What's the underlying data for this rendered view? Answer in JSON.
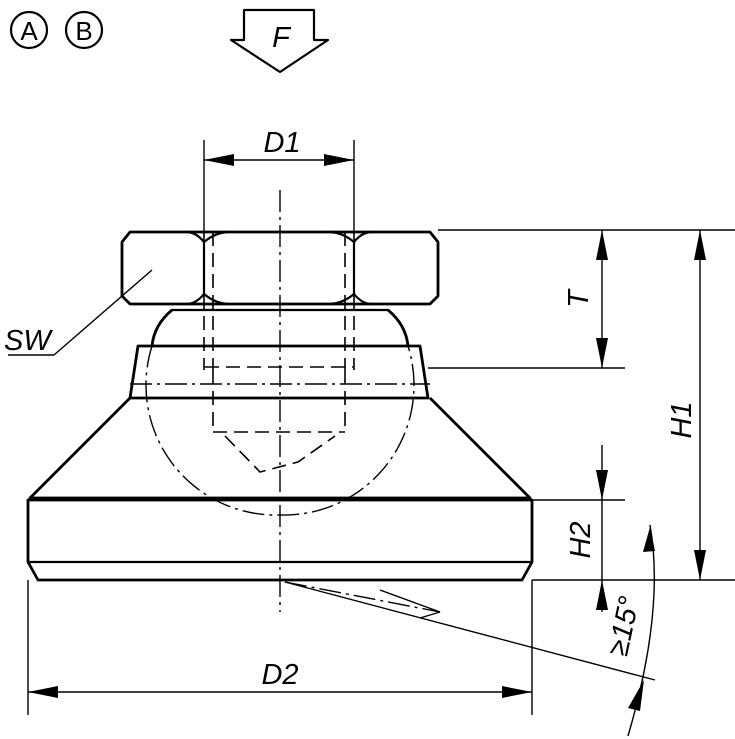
{
  "variants": [
    "A",
    "B"
  ],
  "force_label": "F",
  "dimensions": {
    "d1": "D1",
    "d2": "D2",
    "t": "T",
    "h1": "H1",
    "h2": "H2",
    "sw": "SW",
    "angle": "≥15°"
  }
}
